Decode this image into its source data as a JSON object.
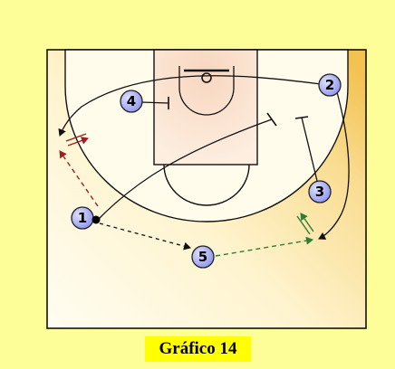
{
  "caption": "Gráfico 14",
  "players": [
    {
      "label": "1"
    },
    {
      "label": "2"
    },
    {
      "label": "3"
    },
    {
      "label": "4"
    },
    {
      "label": "5"
    }
  ],
  "colors": {
    "page_background": "#fefe99",
    "court_light": "#fffbe8",
    "court_shade": "#f5c96b",
    "paint": "#fadfc8",
    "player_fill": "#aab0f6",
    "caption_highlight": "#ffff00",
    "cut_line": "#111111",
    "pass_arrow_red": "#9b2020",
    "pass_arrow_green": "#2e7d32"
  }
}
